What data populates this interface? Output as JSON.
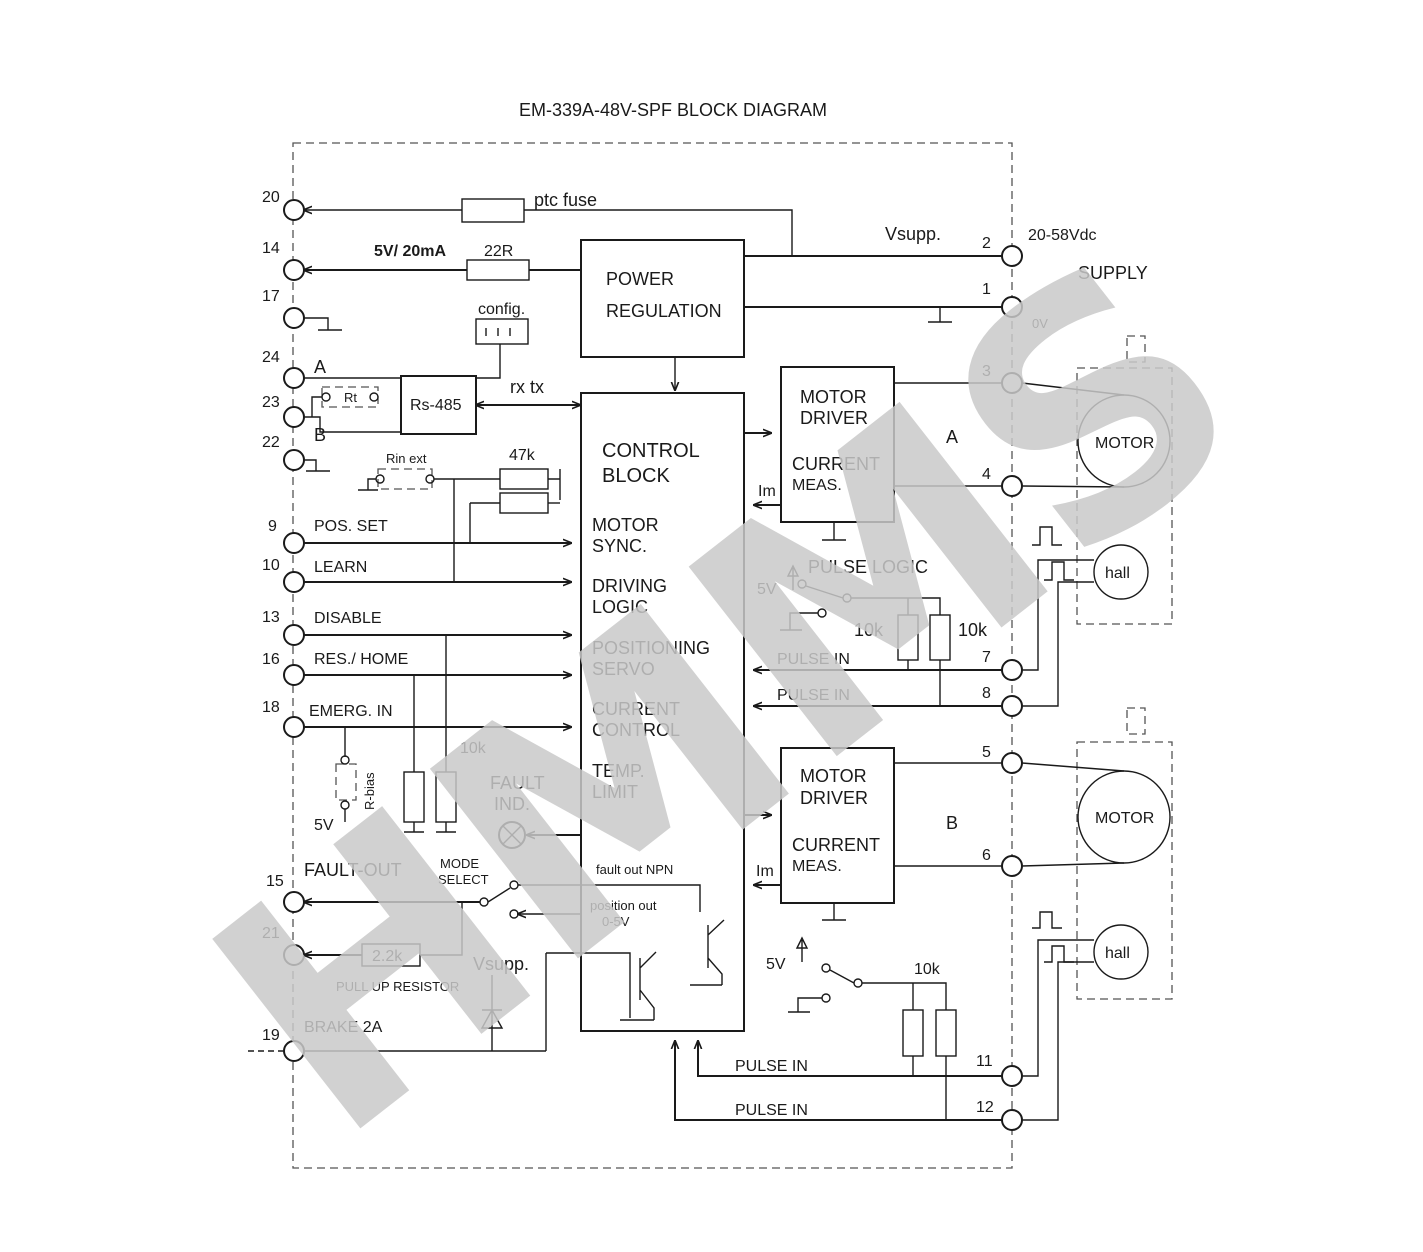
{
  "title": "EM-339A-48V-SPF  BLOCK DIAGRAM",
  "watermark": "HMMS",
  "blocks": {
    "power_l1": "POWER",
    "power_l2": "REGULATION",
    "control_l1": "CONTROL",
    "control_l2": "BLOCK",
    "rs485": "Rs-485",
    "driverA_l1": "MOTOR",
    "driverA_l2": "DRIVER",
    "driverA_l3": "CURRENT",
    "driverA_l4": "MEAS.",
    "driverB_l1": "MOTOR",
    "driverB_l2": "DRIVER",
    "driverB_l3": "CURRENT",
    "driverB_l4": "MEAS.",
    "motor": "MOTOR",
    "hall": "hall"
  },
  "control_functions": [
    "MOTOR",
    "SYNC.",
    "DRIVING",
    "LOGIC",
    "POSITIONING",
    "SERVO",
    "CURRENT",
    "CONTROL",
    "TEMP.",
    "LIMIT"
  ],
  "terminals_left": [
    {
      "num": "20",
      "label": ""
    },
    {
      "num": "14",
      "label": ""
    },
    {
      "num": "17",
      "label": ""
    },
    {
      "num": "24",
      "label": "A"
    },
    {
      "num": "23",
      "label": ""
    },
    {
      "num": "22",
      "label": "B"
    },
    {
      "num": "9",
      "label": "POS. SET"
    },
    {
      "num": "10",
      "label": "LEARN"
    },
    {
      "num": "13",
      "label": "DISABLE"
    },
    {
      "num": "16",
      "label": "RES./ HOME"
    },
    {
      "num": "18",
      "label": "EMERG. IN"
    },
    {
      "num": "15",
      "label": "FAULT-OUT"
    },
    {
      "num": "21",
      "label": ""
    },
    {
      "num": "19",
      "label": "BRAKE  2A"
    }
  ],
  "terminals_right": [
    "2",
    "1",
    "3",
    "4",
    "7",
    "8",
    "5",
    "6",
    "11",
    "12"
  ],
  "labels": {
    "ptc_fuse": "ptc fuse",
    "out_5v": "5V/ 20mA",
    "r22": "22R",
    "vsupp": "Vsupp.",
    "supply_range": "20-58Vdc",
    "supply": "SUPPLY",
    "zero_v": "0V",
    "config": "config.",
    "rt": "Rt",
    "rx_tx": "rx  tx",
    "rin_ext": "Rin ext",
    "r47k": "47k",
    "im": "Im",
    "channel_a": "A",
    "channel_b": "B",
    "pulse_logic": "PULSE LOGIC",
    "five_v": "5V",
    "r10k": "10k",
    "pulse_in": "PULSE IN",
    "fault_ind_l1": "FAULT",
    "fault_ind_l2": "IND.",
    "r_bias": "R-bias",
    "mode_select_l1": "MODE",
    "mode_select_l2": "SELECT",
    "fault_out_npn": "fault out NPN",
    "position_out_l1": "position out",
    "position_out_l2": "0-5V",
    "r2k2": "2.2k",
    "pull_up": "PULL UP RESISTOR"
  }
}
